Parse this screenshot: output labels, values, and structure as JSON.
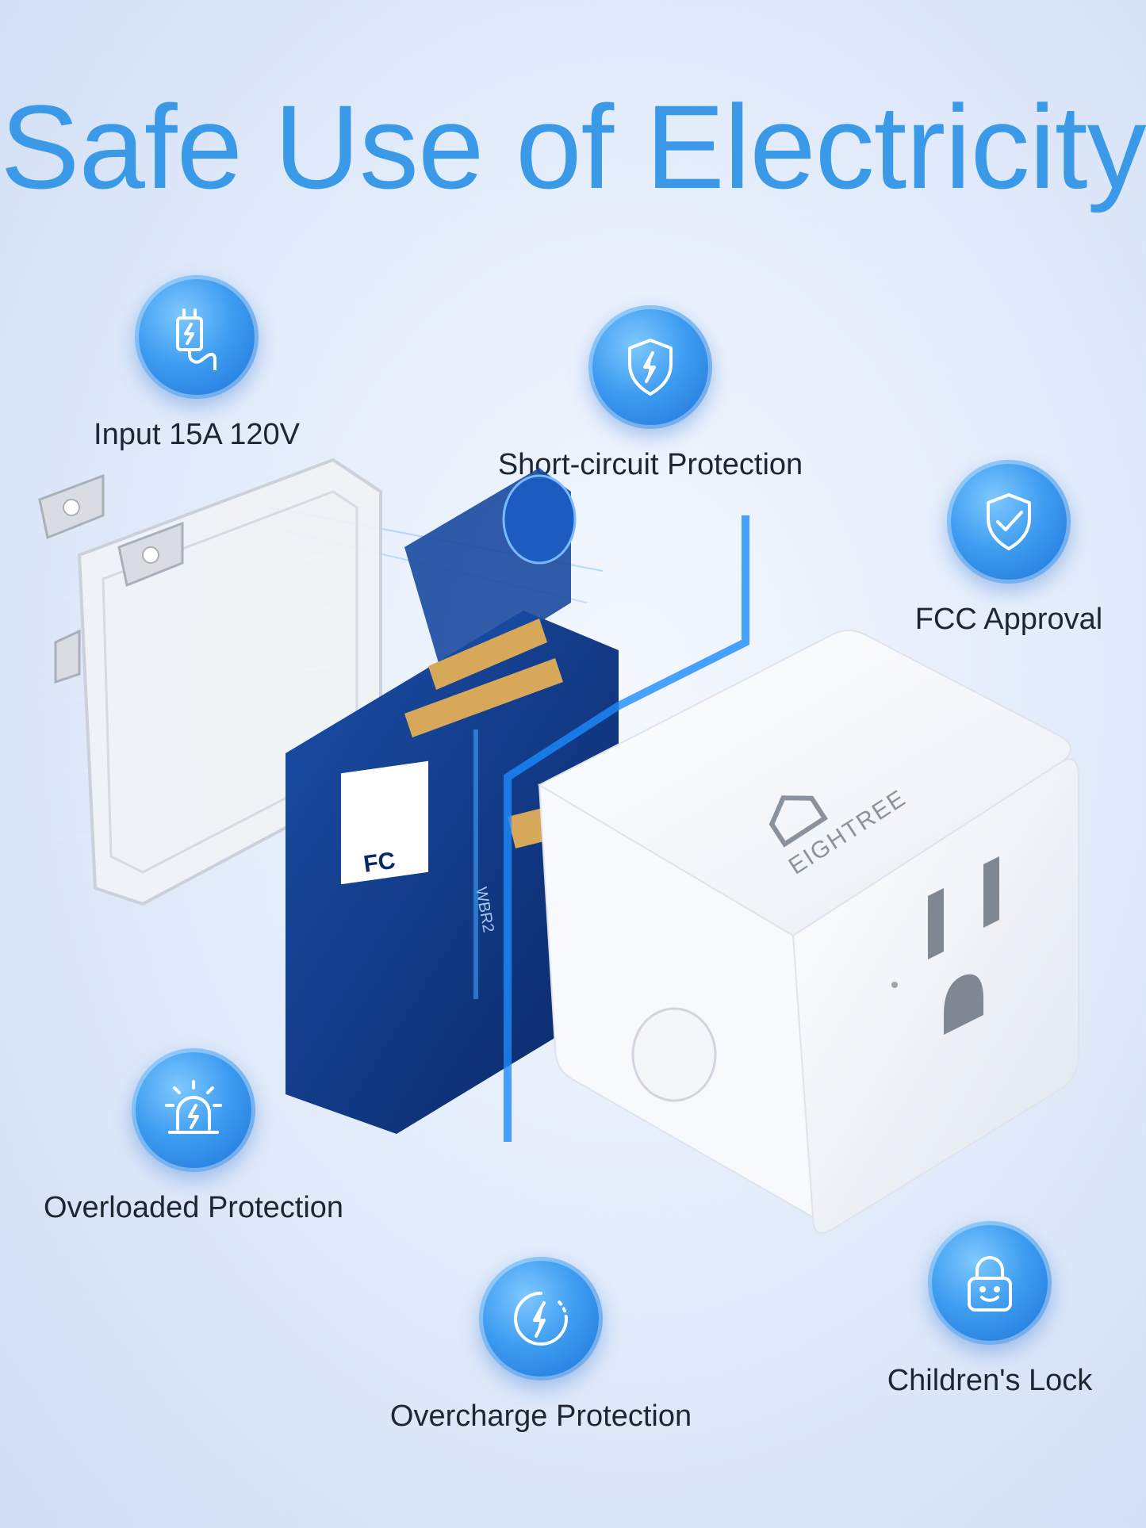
{
  "title": "Safe Use of Electricity",
  "features": {
    "input": {
      "label": "Input 15A 120V",
      "icon": "plug-charging-icon"
    },
    "short_circuit": {
      "label": "Short-circuit Protection",
      "icon": "shield-bolt-icon"
    },
    "fcc": {
      "label": "FCC Approval",
      "icon": "shield-check-icon"
    },
    "overloaded": {
      "label": "Overloaded Protection",
      "icon": "siren-bolt-icon"
    },
    "overcharge": {
      "label": "Overcharge Protection",
      "icon": "circle-bolt-icon"
    },
    "childrens_lock": {
      "label": "Children's Lock",
      "icon": "smiley-lock-icon"
    }
  },
  "product": {
    "brand": "EIGHTREE",
    "board_marks": [
      "FC",
      "WBR2"
    ]
  },
  "colors": {
    "title": "#3a9ae8",
    "badge": "#3d9cf0",
    "label": "#1e2633"
  }
}
